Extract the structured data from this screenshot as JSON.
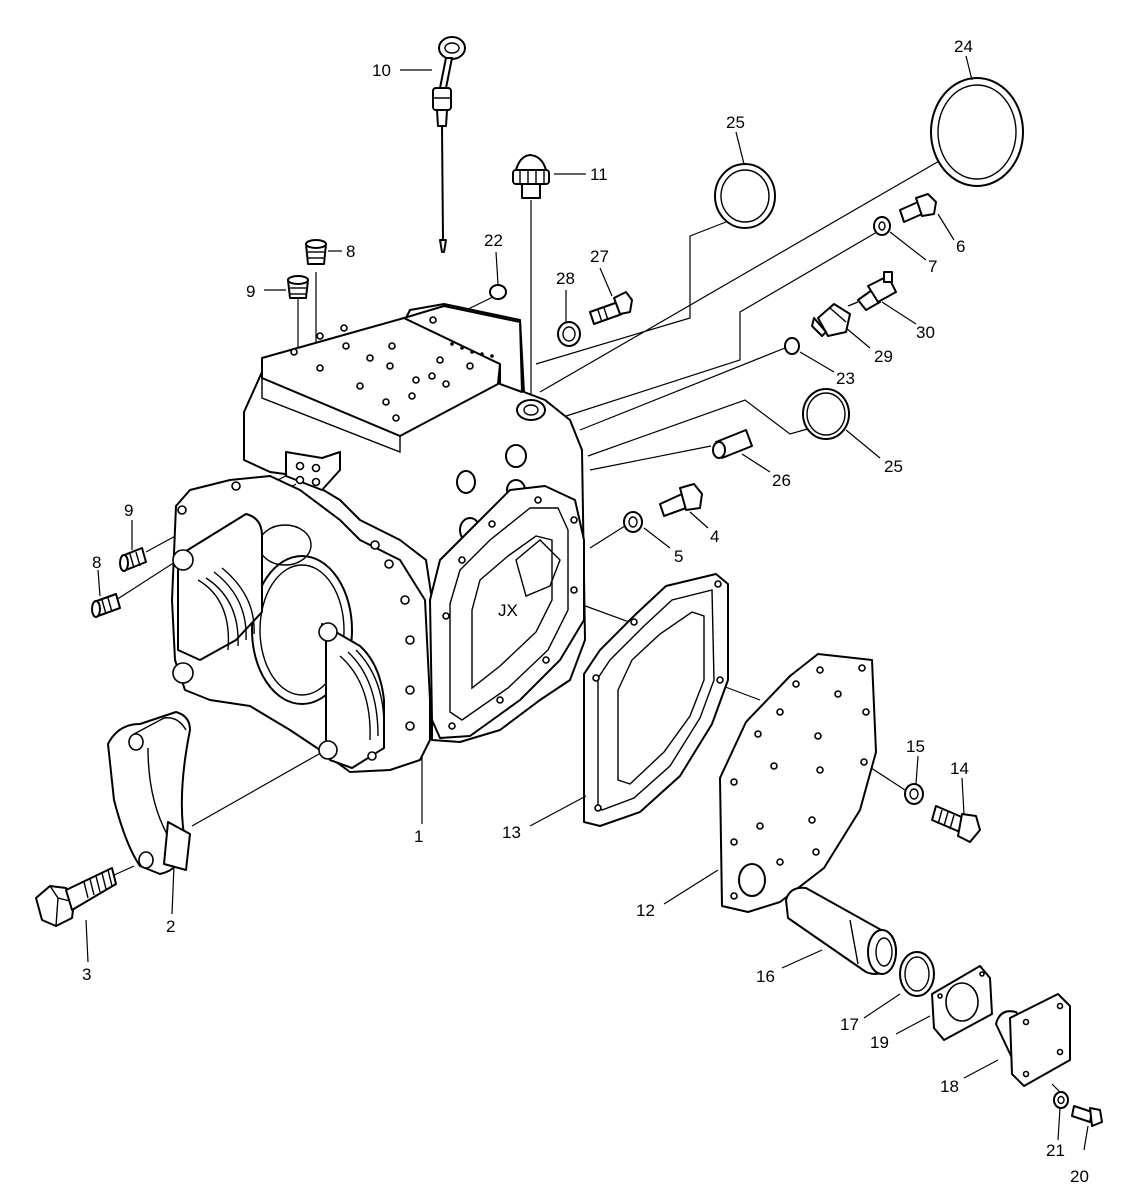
{
  "callouts": {
    "c1": "1",
    "c2": "2",
    "c3": "3",
    "c4": "4",
    "c5": "5",
    "c6": "6",
    "c7": "7",
    "c8a": "8",
    "c8b": "8",
    "c9a": "9",
    "c9b": "9",
    "c10": "10",
    "c11": "11",
    "c12": "12",
    "c13": "13",
    "c14": "14",
    "c15": "15",
    "c16": "16",
    "c17": "17",
    "c18": "18",
    "c19": "19",
    "c20": "20",
    "c21": "21",
    "c22": "22",
    "c23": "23",
    "c24": "24",
    "c25a": "25",
    "c25b": "25",
    "c26": "26",
    "c27": "27",
    "c28": "28",
    "c29": "29",
    "c30": "30"
  },
  "colors": {
    "line": "#000000",
    "background": "#ffffff"
  }
}
